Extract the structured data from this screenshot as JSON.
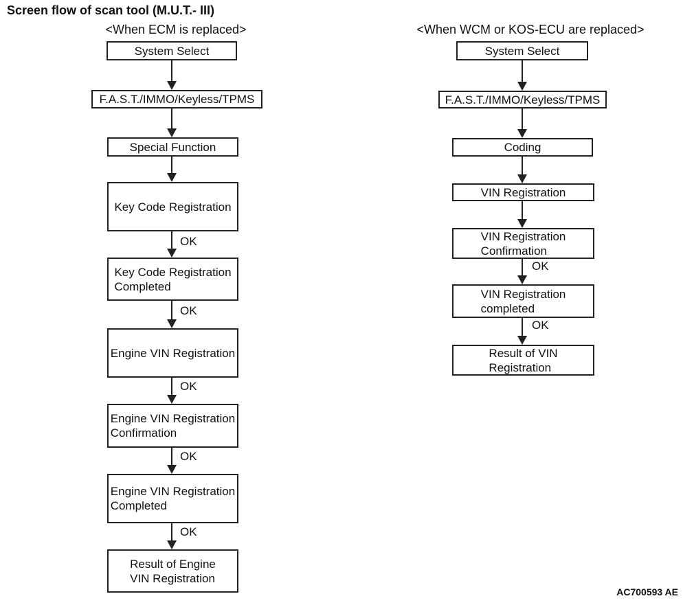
{
  "title": "Screen flow of scan tool (M.U.T.- III)",
  "ok_label": "OK",
  "figure_code": "AC700593 AE",
  "left_flow": {
    "header": "<When ECM is replaced>",
    "nodes": [
      "System Select",
      "F.A.S.T./IMMO/Keyless/TPMS",
      "Special Function",
      "Key Code Registration",
      "Key Code Registration\nCompleted",
      "Engine VIN Registration",
      "Engine VIN Registration\nConfirmation",
      "Engine VIN Registration\nCompleted",
      "Result of Engine\nVIN Registration"
    ]
  },
  "right_flow": {
    "header": "<When WCM or KOS-ECU are replaced>",
    "nodes": [
      "System Select",
      "F.A.S.T./IMMO/Keyless/TPMS",
      "Coding",
      "VIN Registration",
      "VIN Registration\nConfirmation",
      "VIN Registration\ncompleted",
      "Result of VIN\nRegistration"
    ]
  }
}
